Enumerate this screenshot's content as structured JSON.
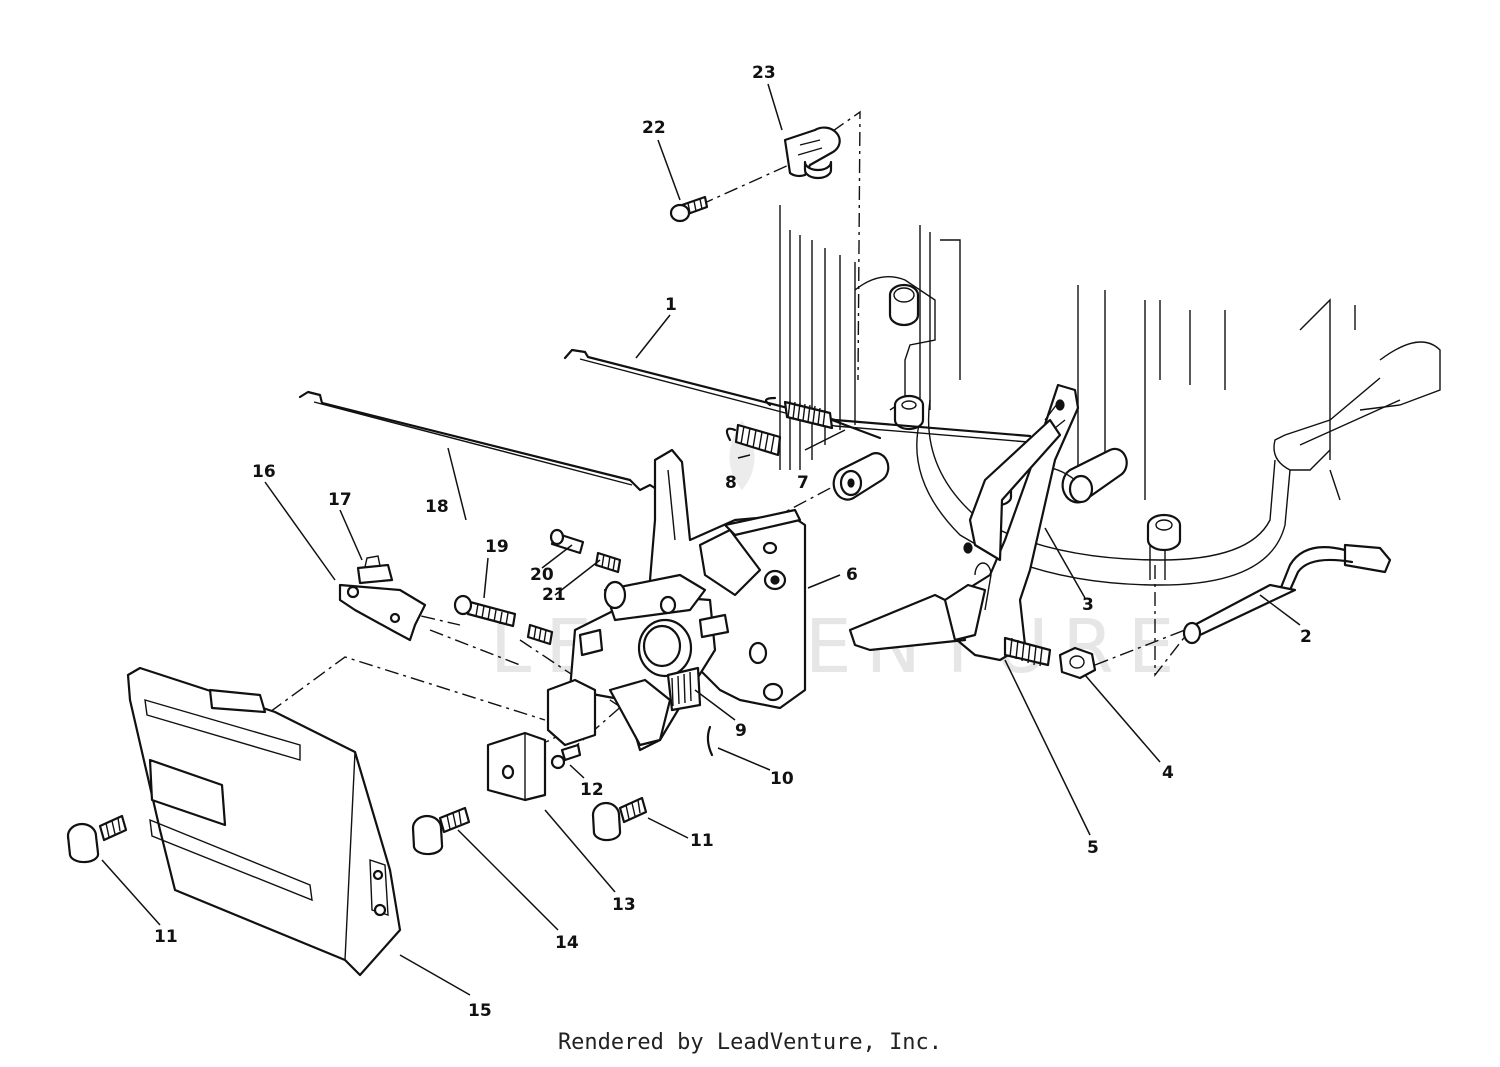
{
  "diagram": {
    "callouts": [
      {
        "id": "c1",
        "label": "1"
      },
      {
        "id": "c2",
        "label": "2"
      },
      {
        "id": "c3",
        "label": "3"
      },
      {
        "id": "c4",
        "label": "4"
      },
      {
        "id": "c5",
        "label": "5"
      },
      {
        "id": "c6",
        "label": "6"
      },
      {
        "id": "c7",
        "label": "7"
      },
      {
        "id": "c8",
        "label": "8"
      },
      {
        "id": "c9",
        "label": "9"
      },
      {
        "id": "c10",
        "label": "10"
      },
      {
        "id": "c11a",
        "label": "11"
      },
      {
        "id": "c11b",
        "label": "11"
      },
      {
        "id": "c12",
        "label": "12"
      },
      {
        "id": "c13",
        "label": "13"
      },
      {
        "id": "c14",
        "label": "14"
      },
      {
        "id": "c15",
        "label": "15"
      },
      {
        "id": "c16",
        "label": "16"
      },
      {
        "id": "c17",
        "label": "17"
      },
      {
        "id": "c18",
        "label": "18"
      },
      {
        "id": "c19",
        "label": "19"
      },
      {
        "id": "c20",
        "label": "20"
      },
      {
        "id": "c21",
        "label": "21"
      },
      {
        "id": "c22",
        "label": "22"
      },
      {
        "id": "c23",
        "label": "23"
      }
    ],
    "watermark": "LEADVENTURE"
  },
  "footer": {
    "credit": "Rendered by LeadVenture, Inc."
  }
}
